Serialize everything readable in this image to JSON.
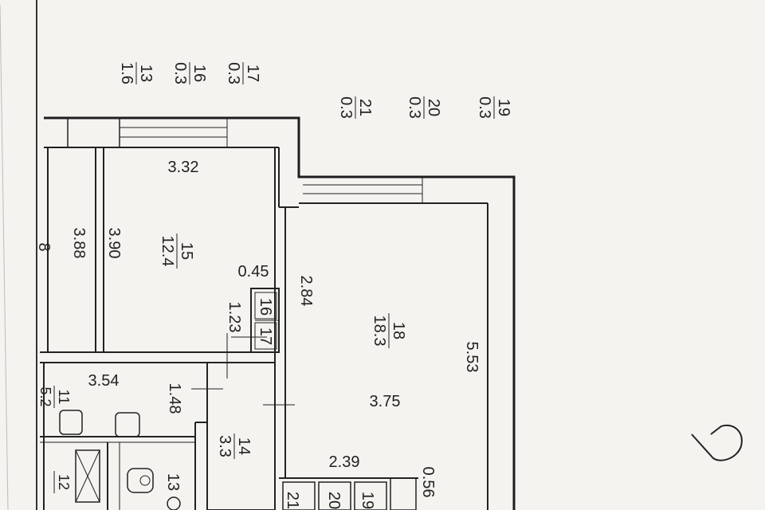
{
  "plan": {
    "top_labels": [
      {
        "num": "17",
        "val": "0.3"
      },
      {
        "num": "16",
        "val": "0.3"
      },
      {
        "num": "13",
        "val": "1.6"
      },
      {
        "num": "19",
        "val": "0.3"
      },
      {
        "num": "20",
        "val": "0.3"
      },
      {
        "num": "21",
        "val": "0.3"
      }
    ],
    "rooms": {
      "room15": {
        "num": "15",
        "area": "12.4"
      },
      "room18": {
        "num": "18",
        "area": "18.3"
      },
      "room14": {
        "num": "14",
        "area": "3.3"
      },
      "room11": {
        "num": "11",
        "area": "5.2"
      },
      "room12": {
        "num": "12",
        "area": ""
      }
    },
    "dims": {
      "d332": "3.32",
      "d390": "3.90",
      "d388": "3.88",
      "d8": "8",
      "d045": "0.45",
      "d16": "16",
      "d123": "1.23",
      "d17": "17",
      "d284": "2.84",
      "d553": "5.53",
      "d375": "3.75",
      "d354": "3.54",
      "d148": "1.48",
      "d239": "2.39",
      "d056": "0.56",
      "d13": "13",
      "b21": "21",
      "b20": "20",
      "b19": "19"
    }
  }
}
